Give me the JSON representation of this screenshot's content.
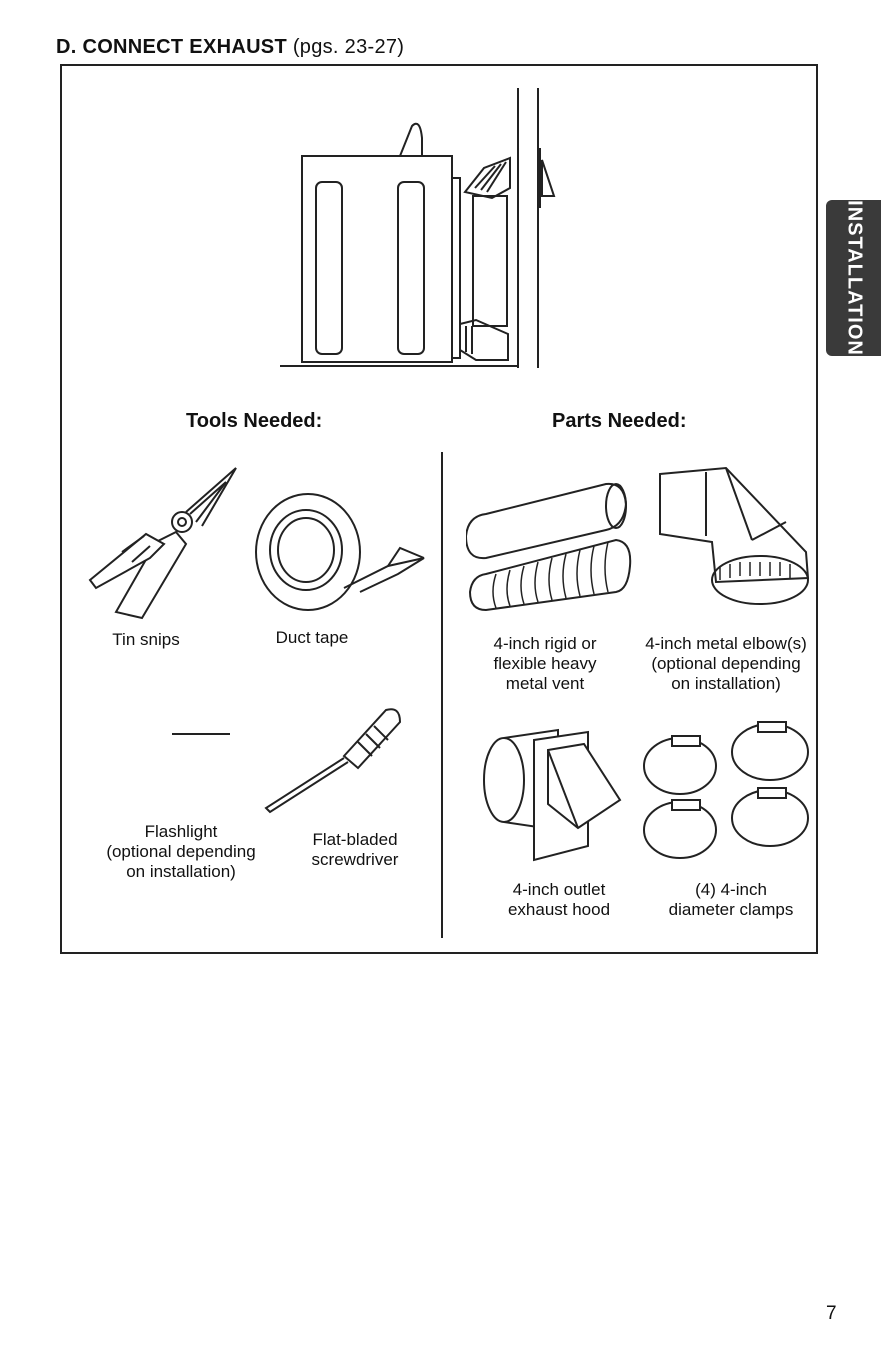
{
  "section": {
    "title": "D. CONNECT EXHAUST",
    "pages": "(pgs. 23-27)"
  },
  "side_tab": {
    "label": "INSTALLATION"
  },
  "tools": {
    "heading": "Tools Needed:",
    "items": [
      {
        "label": "Tin snips",
        "icon": "tin-snips-icon"
      },
      {
        "label": "Duct tape",
        "icon": "duct-tape-icon"
      },
      {
        "label": "Flashlight\n(optional depending\non installation)",
        "icon": "flashlight-icon"
      },
      {
        "label": "Flat-bladed\nscrewdriver",
        "icon": "screwdriver-icon"
      }
    ]
  },
  "parts": {
    "heading": "Parts Needed:",
    "items": [
      {
        "label": "4-inch rigid or\nflexible heavy\nmetal vent",
        "icon": "vent-duct-icon"
      },
      {
        "label": "4-inch metal elbow(s)\n(optional depending\non installation)",
        "icon": "elbow-icon"
      },
      {
        "label": "4-inch outlet\nexhaust hood",
        "icon": "exhaust-hood-icon"
      },
      {
        "label": "(4) 4-inch\ndiameter clamps",
        "icon": "clamps-icon"
      }
    ]
  },
  "page_number": "7"
}
